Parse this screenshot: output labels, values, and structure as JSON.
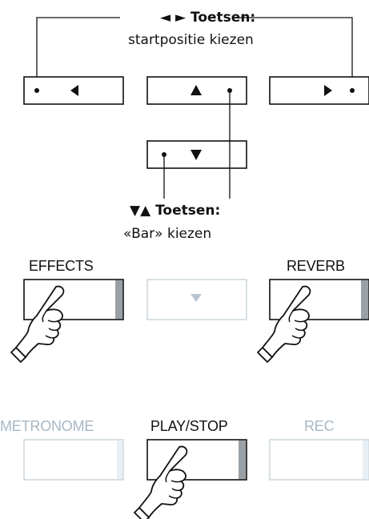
{
  "callouts": {
    "lr": {
      "arrows": "◄ ►",
      "title": "Toetsen:",
      "subtitle": "startpositie kiezen"
    },
    "ud": {
      "arrows": "▼▲",
      "title": "Toetsen:",
      "subtitle": "«Bar» kiezen"
    }
  },
  "buttons": {
    "effects": "EFFECTS",
    "reverb": "REVERB",
    "metronome": "METRONOME",
    "play_stop": "PLAY/STOP",
    "rec": "REC"
  },
  "colors": {
    "line": "#111111",
    "dim_text": "#a8b7c4",
    "dim_border": "#c7d2da",
    "led_grey": "#9aa1a6"
  }
}
